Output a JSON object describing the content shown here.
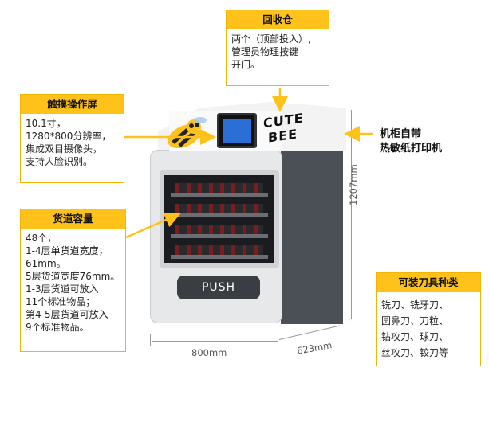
{
  "recycle_bin": {
    "title": "回收仓",
    "lines": [
      "两个（顶部投入）,",
      "管理员物理按键",
      "开门。"
    ]
  },
  "touch_screen": {
    "title": "触摸操作屏",
    "lines": [
      "10.1寸，",
      "1280*800分辨率，",
      "集成双目摄像头，",
      "支持人脸识别。"
    ]
  },
  "printer": {
    "lines": [
      "机柜自带",
      "热敏纸打印机"
    ]
  },
  "lane_capacity": {
    "title": "货道容量",
    "lines": [
      "48个，",
      "1-4层单货道宽度，",
      "61mm。",
      "5层货道宽度76mm。",
      "1-3层货道可放入",
      "11个标准物品；",
      "第4-5层货道可放入",
      "9个标准物品。"
    ]
  },
  "tool_types": {
    "title": "可装刀具种类",
    "lines": [
      "铣刀、铣牙刀、",
      "圆鼻刀、刀粒、",
      "钻攻刀、球刀、",
      "丝攻刀、铰刀等"
    ]
  },
  "machine": {
    "brand_line1": "CUTE",
    "brand_line2": "BEE",
    "push_label": "PUSH"
  },
  "dimensions": {
    "width": "800mm",
    "depth": "623mm",
    "height": "1207mm"
  },
  "colors": {
    "accent": "#ffc21a",
    "accent_border": "#f5b400",
    "cabinet_dark": "#4b4f56",
    "cabinet_light": "#e7e8ea"
  }
}
